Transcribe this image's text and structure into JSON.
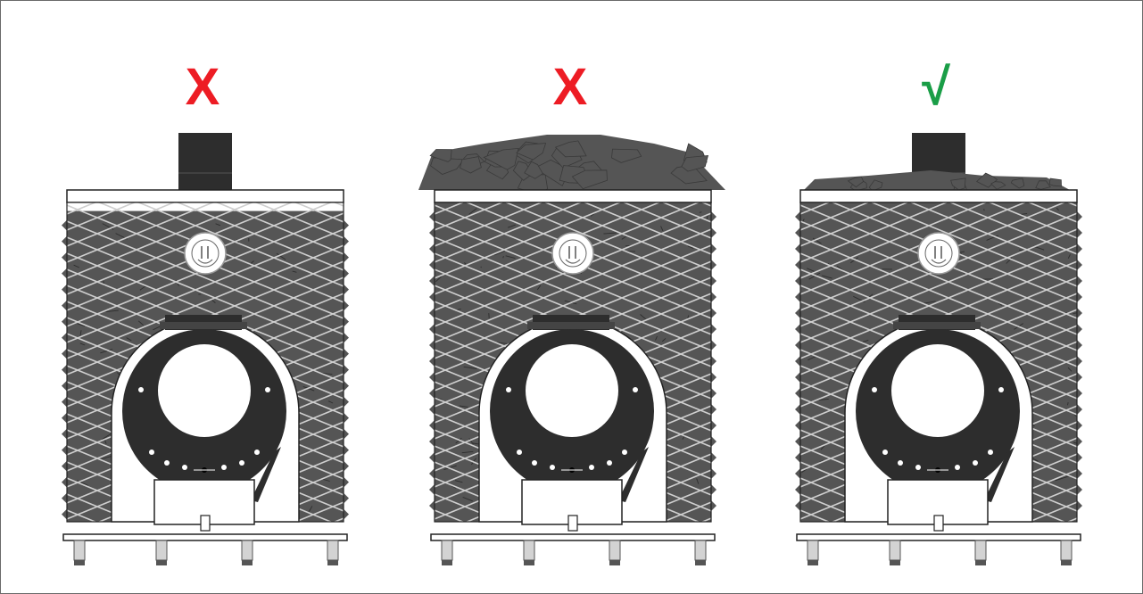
{
  "colors": {
    "bad": "#ed1c24",
    "good": "#1a9e47",
    "stone": "#555555",
    "steel": "#2d2d2d",
    "mesh": "#cfcfcf",
    "outline": "#222222"
  },
  "panels": [
    {
      "id": "underfilled",
      "mark": "X",
      "status": "bad",
      "chimney": true,
      "stones_on_top": "none",
      "stone_fill": 0.92
    },
    {
      "id": "overfilled",
      "mark": "X",
      "status": "bad",
      "chimney": false,
      "stones_on_top": "heaped",
      "stone_fill": 1.0
    },
    {
      "id": "correct",
      "mark": "√",
      "status": "good",
      "chimney": true,
      "stones_on_top": "thin",
      "stone_fill": 1.0
    }
  ],
  "icons": {
    "logo": "iki-logo-badge",
    "door": "stove-door-icon"
  }
}
